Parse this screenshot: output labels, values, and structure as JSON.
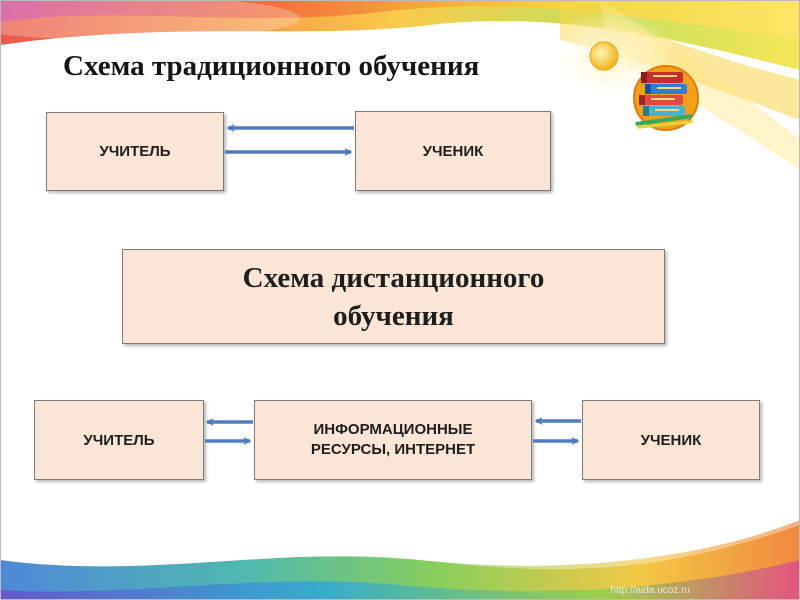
{
  "slide": {
    "title": "Схема традиционного обучения",
    "watermark_url": "http://aida.ucoz.ru"
  },
  "traditional": {
    "teacher": "УЧИТЕЛЬ",
    "student": "УЧЕНИК"
  },
  "distance": {
    "heading_line1": "Схема дистанционного",
    "heading_line2": "обучения",
    "teacher": "УЧИТЕЛЬ",
    "resources_line1": "ИНФОРМАЦИОННЫЕ",
    "resources_line2": "РЕСУРСЫ, ИНТЕРНЕТ",
    "student": "УЧЕНИК"
  },
  "icons": [
    "books-icon"
  ],
  "colors": {
    "box_fill": "#fbe5d6",
    "box_border": "#7a7a7a",
    "arrow": "#4f7cc0"
  }
}
